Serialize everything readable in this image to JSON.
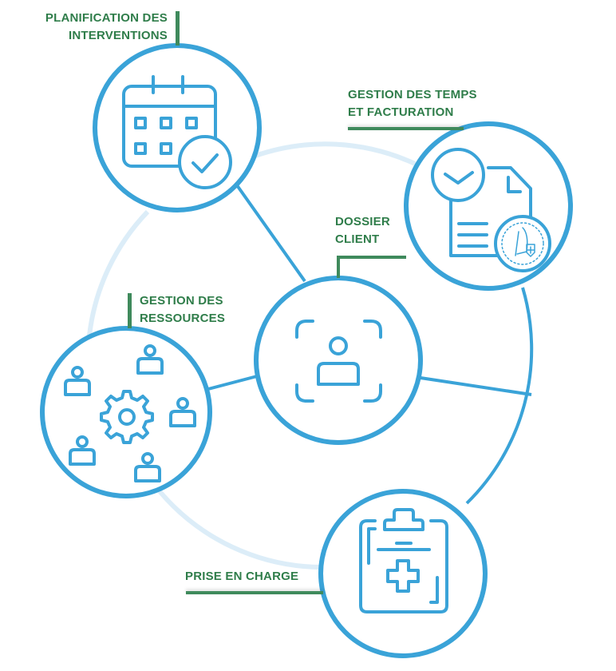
{
  "colors": {
    "primary_blue": "#3aa3d8",
    "faint_blue": "#dcedf8",
    "label_green": "#2f7d4a",
    "bar_green": "#3f8a5c",
    "background": "#ffffff"
  },
  "nodes": [
    {
      "id": "planification",
      "label_lines": [
        "PLANIFICATION DES",
        "INTERVENTIONS"
      ],
      "icon": "calendar-check-icon"
    },
    {
      "id": "temps-facturation",
      "label_lines": [
        "GESTION DES TEMPS",
        "ET FACTURATION"
      ],
      "icon": "invoice-clock-seal-icon"
    },
    {
      "id": "dossier-client",
      "label_lines": [
        "DOSSIER",
        "CLIENT"
      ],
      "icon": "person-scan-icon"
    },
    {
      "id": "ressources",
      "label_lines": [
        "GESTION DES",
        "RESSOURCES"
      ],
      "icon": "people-gear-icon"
    },
    {
      "id": "prise-en-charge",
      "label_lines": [
        "PRISE EN CHARGE"
      ],
      "icon": "medical-clipboard-icon"
    }
  ]
}
